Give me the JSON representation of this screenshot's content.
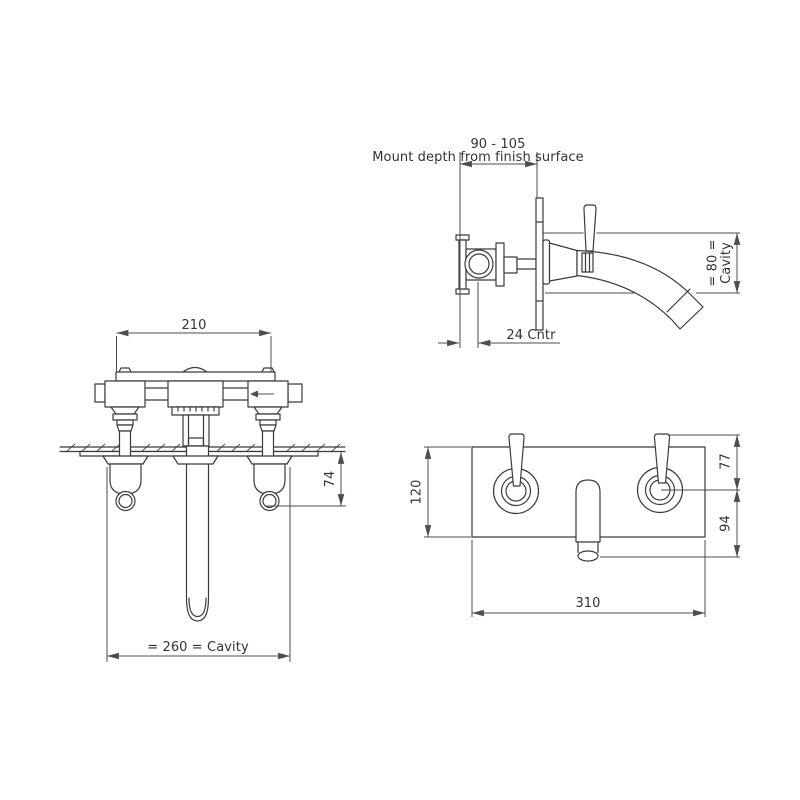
{
  "drawing": {
    "background": "#ffffff",
    "line_color": "#3b3b3b",
    "dim_color": "#4d4d4d",
    "text_color": "#333333",
    "views": {
      "side": {
        "mount_depth_value": "90 - 105",
        "mount_depth_label": "Mount depth from finish surface",
        "cavity_depth_line1": "= 80 =",
        "cavity_depth_line2": "Cavity",
        "centre_offset": "24  Cntr"
      },
      "top": {
        "body_width": "210",
        "handle_projection": "74",
        "cavity_width": "= 260 = Cavity"
      },
      "front": {
        "plate_height": "120",
        "handle_above_centre": "77",
        "centre_to_spout": "94",
        "plate_width": "310"
      }
    }
  }
}
